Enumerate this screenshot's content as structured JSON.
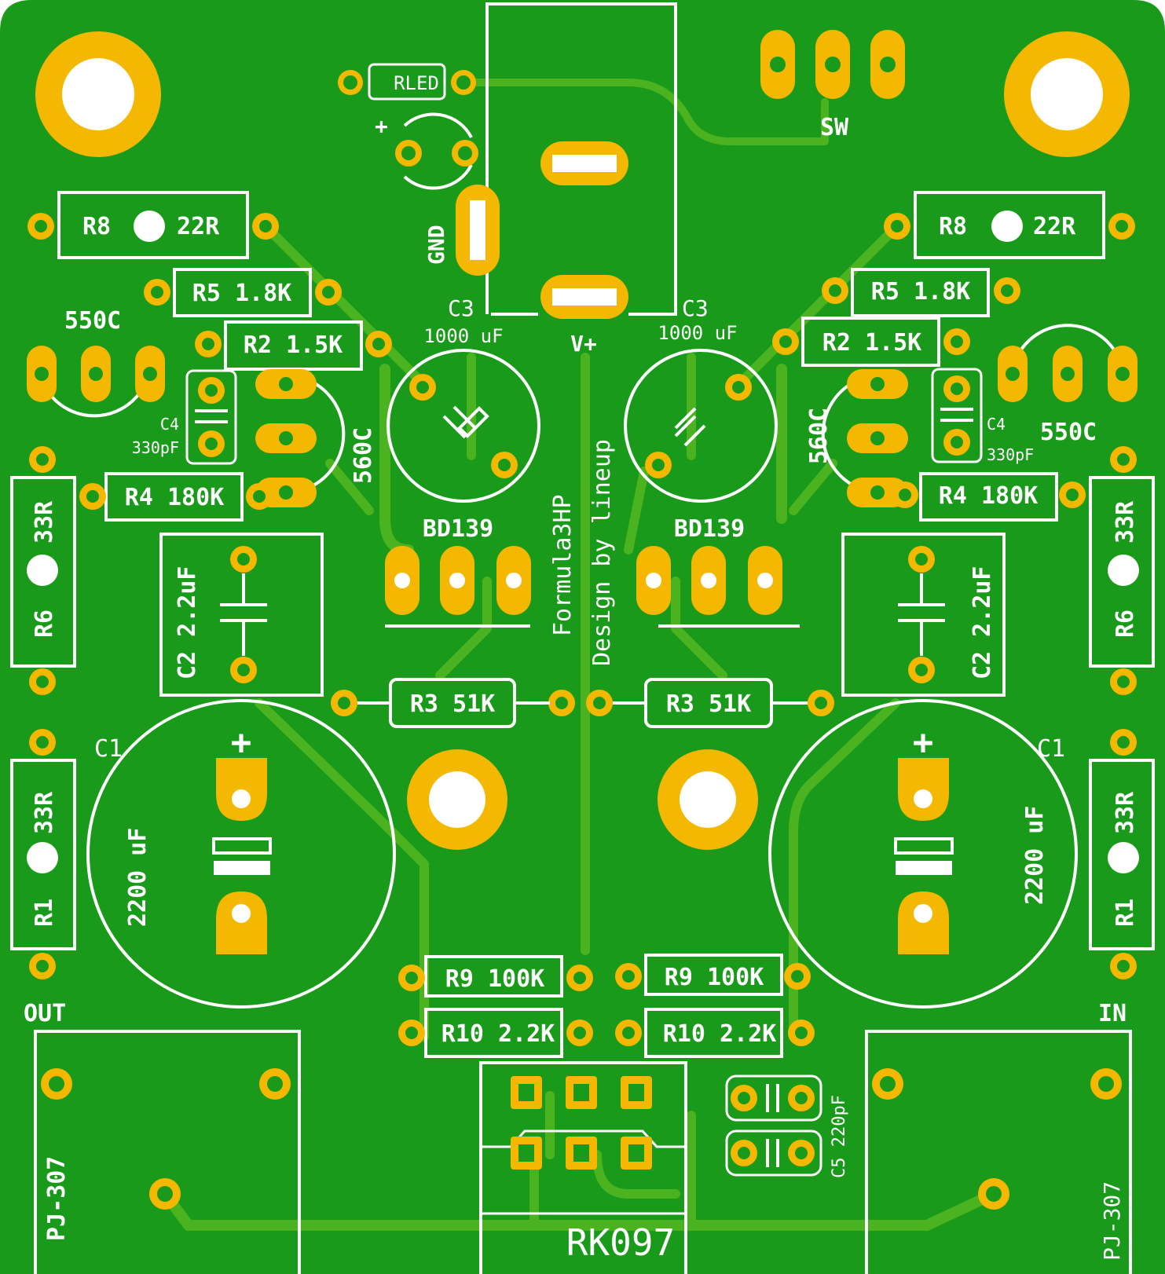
{
  "board": {
    "colors": {
      "soldermask": "#1a9a1a",
      "copper_trace": "#4ab31f",
      "pad": "#f5b800",
      "silkscreen": "#ffffff"
    },
    "credit_title": "Formula3HP",
    "credit_author": "Design by lineup"
  },
  "labels": {
    "rled": "RLED",
    "plus": "+",
    "gnd": "GND",
    "vplus": "V+",
    "sw": "SW",
    "r8": "R8",
    "r8_val": "22R",
    "r5": "R5 1.8K",
    "r2": "R2 1.5K",
    "q550c": "550C",
    "q560c": "560C",
    "c3": "C3",
    "c3_val": "1000 uF",
    "c4": "C4",
    "c4_val": "330pF",
    "r4": "R4 180K",
    "r6": "R6",
    "r6_val": "33R",
    "c2": "C2 2.2uF",
    "bd139": "BD139",
    "r3": "R3 51K",
    "c1": "C1",
    "c1_val": "2200 uF",
    "r1": "R1",
    "r1_val": "33R",
    "r9": "R9 100K",
    "r10": "R10 2.2K",
    "out": "OUT",
    "in": "IN",
    "pj307": "PJ-307",
    "rk097": "RK097",
    "c5": "C5 220pF"
  }
}
